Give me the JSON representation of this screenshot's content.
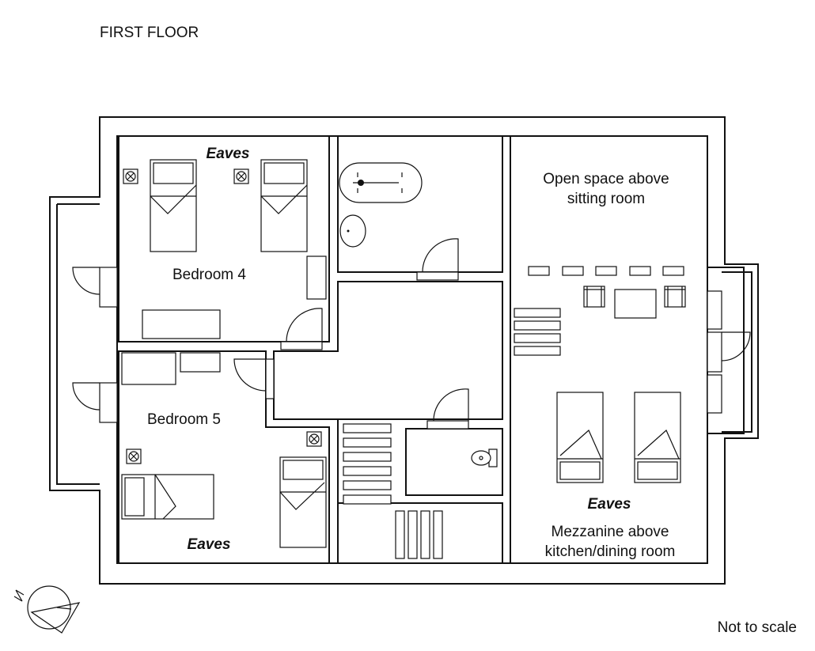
{
  "title": "FIRST FLOOR",
  "note": "Not to scale",
  "rooms": {
    "bedroom4": "Bedroom 4",
    "bedroom5": "Bedroom 5",
    "open_space": [
      "Open space above",
      "sitting room"
    ],
    "mezzanine": [
      "Mezzanine above",
      "kitchen/dining room"
    ]
  },
  "eaves_labels": [
    "Eaves",
    "Eaves",
    "Eaves"
  ],
  "icons": [
    "compass-north-icon",
    "double-bed-icon",
    "bath-icon",
    "basin-icon",
    "toilet-icon",
    "lamp-icon",
    "door-swing-icon",
    "staircase-icon"
  ]
}
